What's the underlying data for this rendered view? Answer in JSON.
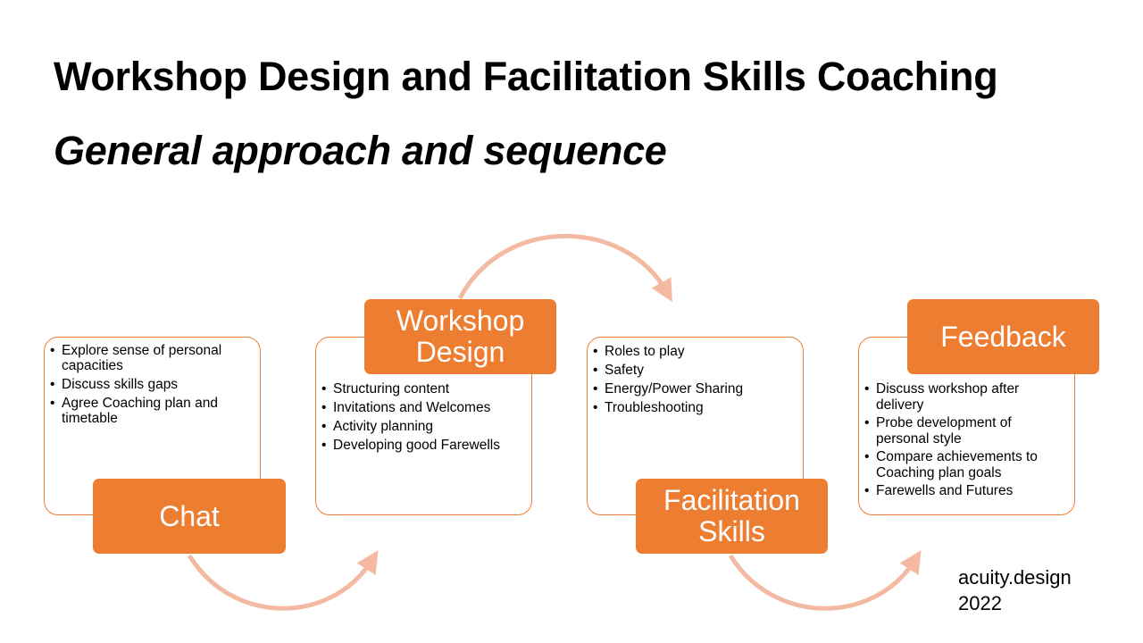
{
  "slide": {
    "title": "Workshop Design and Facilitation Skills Coaching",
    "subtitle": "General approach and sequence"
  },
  "colors": {
    "accent": "#ED7D31",
    "arrow": "#F4B9A1",
    "box_border": "#ED7D31",
    "text": "#000000"
  },
  "steps": [
    {
      "label": "Chat",
      "bullets": [
        "Explore sense of personal capacities",
        "Discuss skills gaps",
        "Agree Coaching plan and timetable"
      ]
    },
    {
      "label": "Workshop Design",
      "bullets": [
        "Structuring content",
        "Invitations and Welcomes",
        "Activity planning",
        "Developing good Farewells"
      ]
    },
    {
      "label": "Facilitation Skills",
      "bullets": [
        "Roles to play",
        "Safety",
        "Energy/Power Sharing",
        "Troubleshooting"
      ]
    },
    {
      "label": "Feedback",
      "bullets": [
        "Discuss workshop after delivery",
        "Probe development of personal style",
        "Compare achievements to Coaching plan goals",
        "Farewells and Futures"
      ]
    }
  ],
  "connectors": [
    {
      "from": "Chat",
      "to": "Workshop Design",
      "icon": "curved-arrow-icon"
    },
    {
      "from": "Workshop Design",
      "to": "Facilitation Skills",
      "icon": "curved-arrow-icon"
    },
    {
      "from": "Facilitation Skills",
      "to": "Feedback",
      "icon": "curved-arrow-icon"
    }
  ],
  "footer": {
    "line1": "acuity.design",
    "line2": "2022"
  }
}
